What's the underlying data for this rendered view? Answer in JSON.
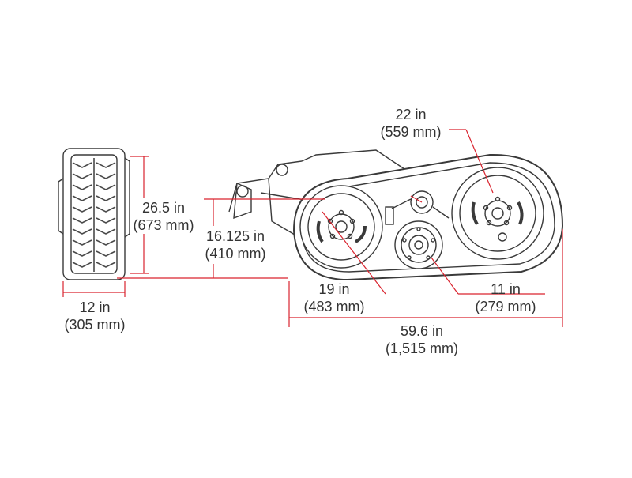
{
  "diagram": {
    "accent_color": "#d9232e",
    "line_color": "#3a3a3a",
    "views": [
      "tire-side-view",
      "track-side-view"
    ],
    "dimensions": {
      "tire_height": {
        "imperial": "26.5 in",
        "metric": "(673 mm)"
      },
      "tire_width": {
        "imperial": "12 in",
        "metric": "(305 mm)"
      },
      "axle_height": {
        "imperial": "16.125 in",
        "metric": "(410 mm)"
      },
      "drive_sprocket": {
        "imperial": "22 in",
        "metric": "(559 mm)"
      },
      "idler_wheel": {
        "imperial": "19 in",
        "metric": "(483 mm)"
      },
      "mid_roller": {
        "imperial": "11 in",
        "metric": "(279 mm)"
      },
      "overall_length": {
        "imperial": "59.6 in",
        "metric": "(1,515 mm)"
      }
    }
  }
}
